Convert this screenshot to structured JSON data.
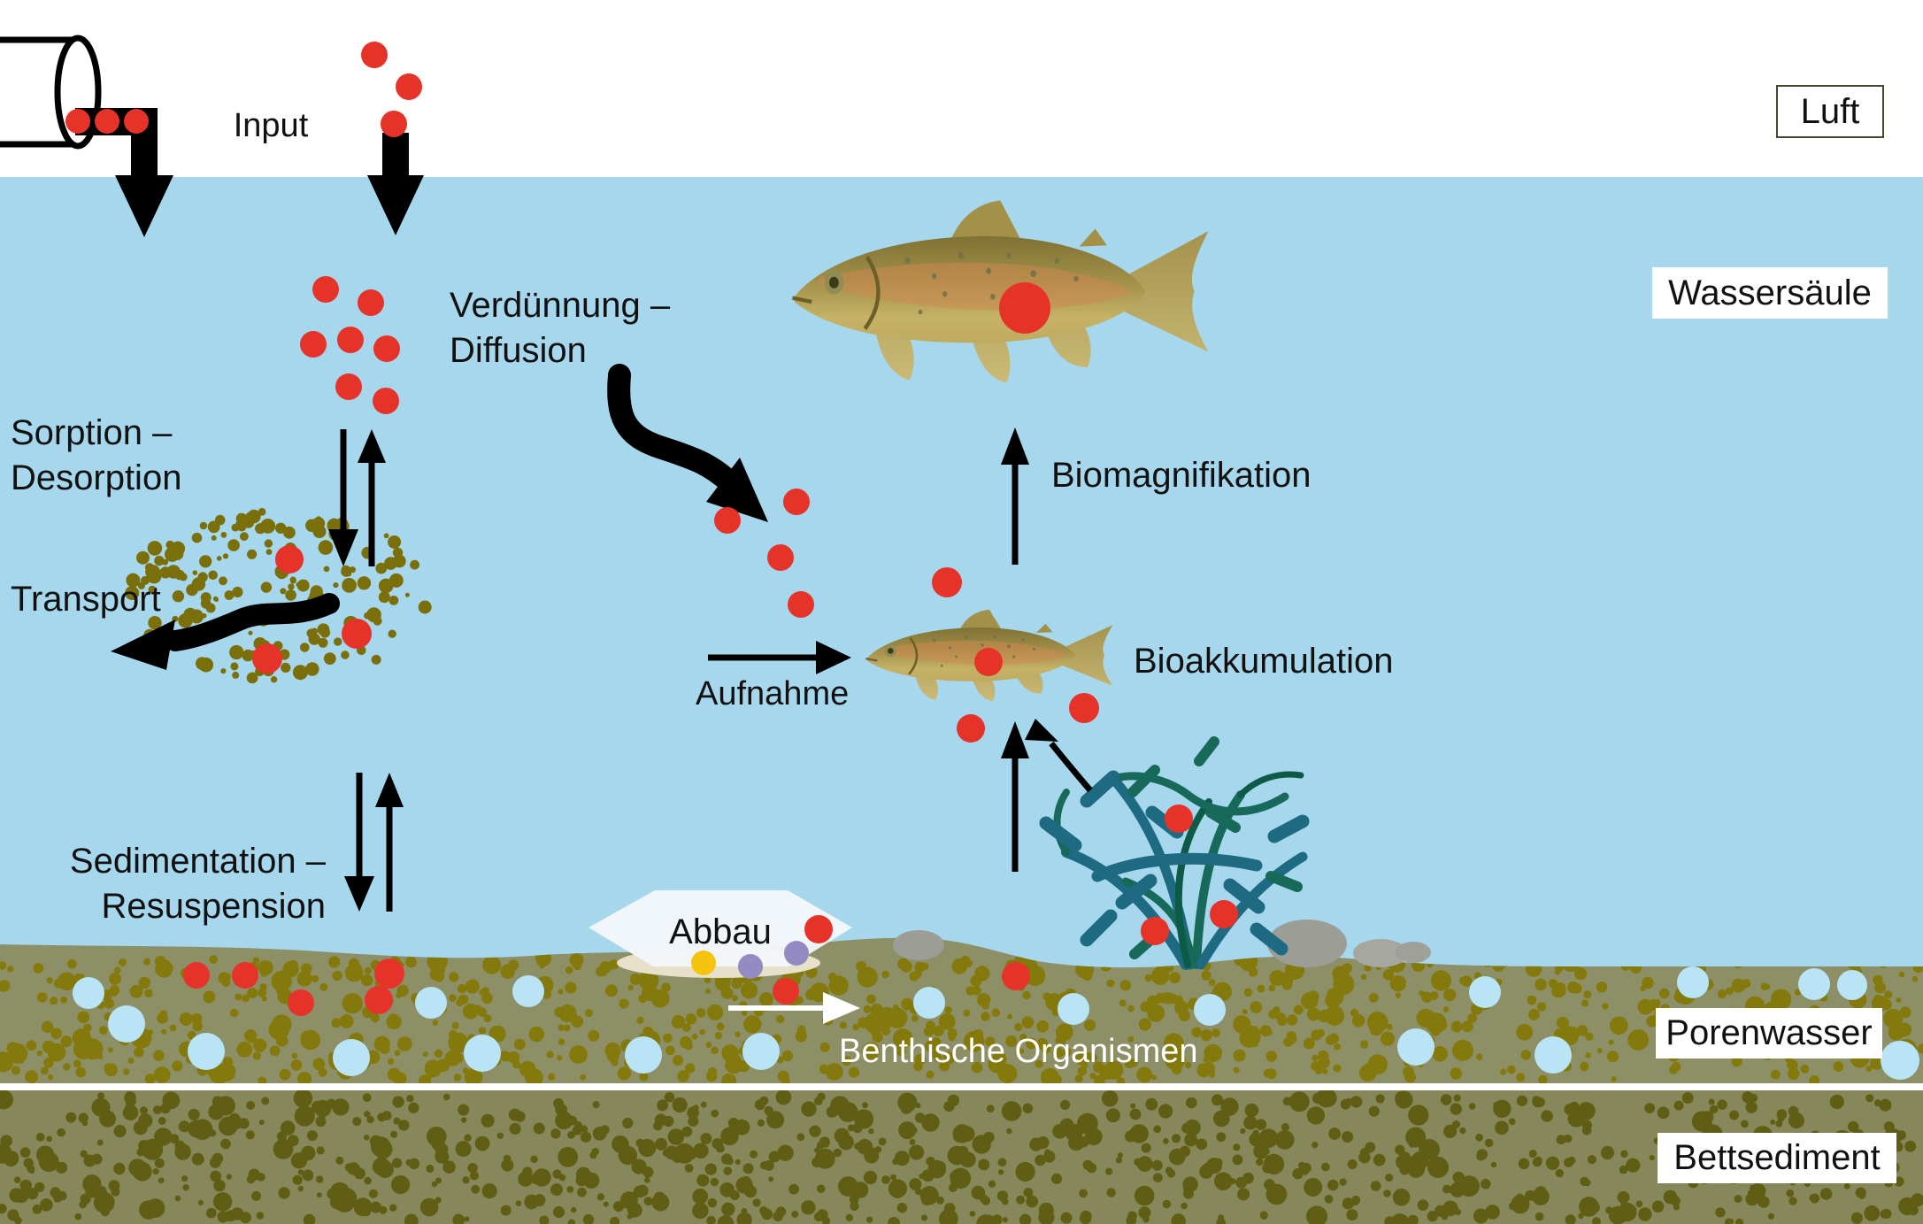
{
  "zones": {
    "air": "Luft",
    "water_column": "Wassersäule",
    "pore_water": "Porenwasser",
    "bed_sediment": "Bettsediment"
  },
  "processes": {
    "input": "Input",
    "dilution_line1": "Verdünnung –",
    "dilution_line2": "Diffusion",
    "sorption_line1": "Sorption –",
    "sorption_line2": "Desorption",
    "transport": "Transport",
    "sedimentation_line1": "Sedimentation –",
    "sedimentation_line2": "Resuspension",
    "biomagnification": "Biomagnifikation",
    "bioaccumulation": "Bioakkumulation",
    "uptake": "Aufnahme",
    "degradation": "Abbau",
    "benthic_organisms": "Benthische Organismen"
  },
  "colors": {
    "water": "#a6d7ec",
    "sky": "#ffffff",
    "pollutant_red": "#e63329",
    "degradation_yellow": "#f6c40f",
    "benthic_purple": "#938bc2",
    "pore_water_blue": "#b9e4f6",
    "sediment_upper": "#8d9066",
    "sediment_upper_dots": "#84790d",
    "sediment_lower": "#86885b",
    "sediment_lower_dots": "#605e14",
    "suspended_particles": "#7b6f0c",
    "plant_teal": "#1e6a82",
    "plant_green": "#17695a",
    "stone_gray": "#9d9d98",
    "fish_body": "#a29049",
    "arrow_black": "#000000"
  }
}
